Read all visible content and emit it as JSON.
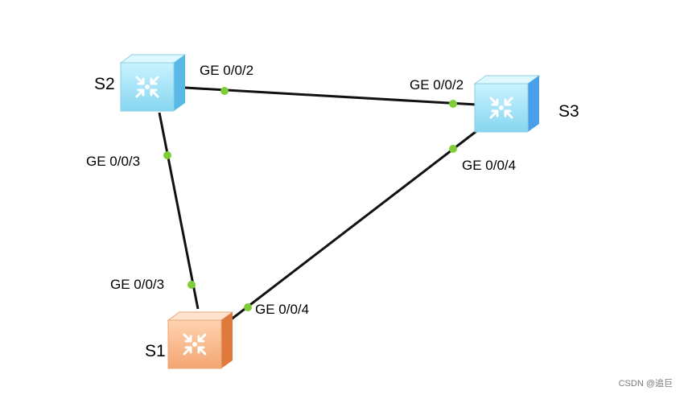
{
  "devices": {
    "s1": {
      "name": "S1",
      "color": "#f0a070",
      "kind": "switch"
    },
    "s2": {
      "name": "S2",
      "color": "#8edcf2",
      "kind": "switch"
    },
    "s3": {
      "name": "S3",
      "color": "#8edcf2",
      "kind": "switch"
    }
  },
  "links": [
    {
      "a": "S2",
      "a_port": "GE 0/0/2",
      "b": "S3",
      "b_port": "GE 0/0/2"
    },
    {
      "a": "S2",
      "a_port": "GE 0/0/3",
      "b": "S1",
      "b_port": "GE 0/0/3"
    },
    {
      "a": "S3",
      "a_port": "GE 0/0/4",
      "b": "S1",
      "b_port": "GE 0/0/4"
    }
  ],
  "port_color": "#7fcc3a",
  "watermark": "CSDN @追巨"
}
